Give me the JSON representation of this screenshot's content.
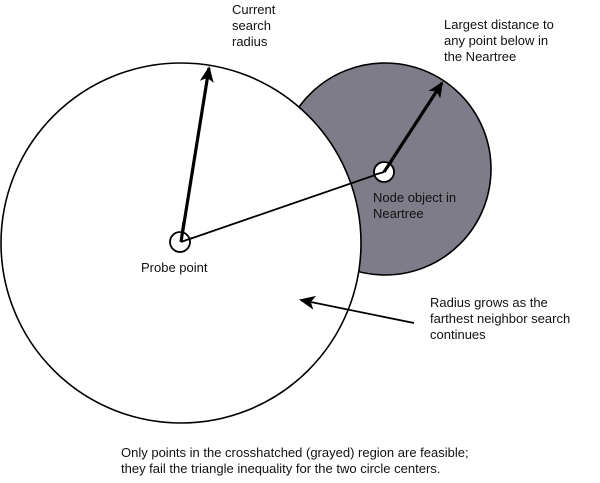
{
  "diagram": {
    "colors": {
      "feasible_region_fill": "#7d7c88",
      "stroke": "#000000",
      "background": "#ffffff"
    },
    "labels": {
      "current_search_radius": [
        "Current",
        "search",
        "radius"
      ],
      "largest_distance": [
        "Largest distance to",
        "any point below in",
        "the Neartree"
      ],
      "node_object": [
        "Node object in",
        "Neartree"
      ],
      "probe_point": "Probe point",
      "radius_grows": [
        "Radius grows as the",
        "farthest neighbor search",
        "continues"
      ],
      "caption": [
        "Only points in the crosshatched (grayed) region are feasible;",
        "they fail the triangle inequality for the two circle centers."
      ]
    },
    "shapes": [
      {
        "id": "search-circle",
        "kind": "circle",
        "role": "current search radius around probe point"
      },
      {
        "id": "node-circle",
        "kind": "circle",
        "role": "region of points below the Neartree node (gray)"
      },
      {
        "id": "probe-point",
        "kind": "point"
      },
      {
        "id": "node-point",
        "kind": "point"
      }
    ]
  }
}
